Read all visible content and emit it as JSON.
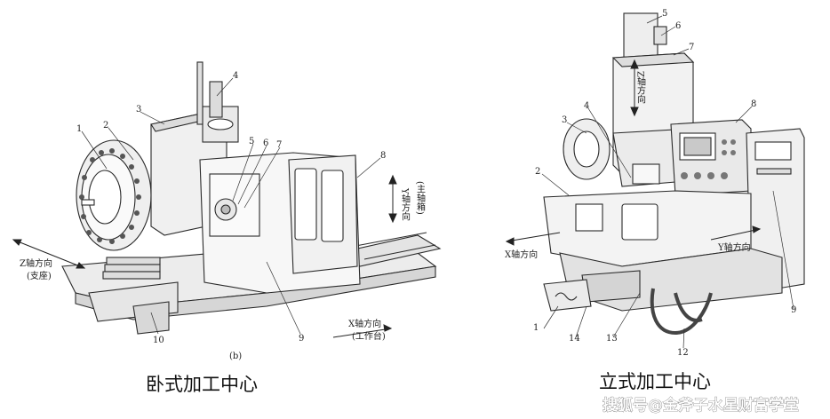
{
  "left_figure": {
    "caption": "卧式加工中心",
    "sub_label": "(b)",
    "numbers": [
      "1",
      "2",
      "3",
      "4",
      "5",
      "6",
      "7",
      "8",
      "9",
      "10"
    ],
    "axis_z": "Z轴方向",
    "axis_z_sub": "(支座)",
    "axis_x": "X轴方向",
    "axis_x_sub": "(工作台)",
    "axis_y": "Y轴方向",
    "axis_y_sub": "(主轴箱)"
  },
  "right_figure": {
    "caption": "立式加工中心",
    "numbers": [
      "1",
      "2",
      "3",
      "4",
      "5",
      "6",
      "7",
      "8",
      "9",
      "12",
      "13",
      "14"
    ],
    "axis_z": "Z轴方向",
    "axis_x": "X轴方向",
    "axis_y": "Y轴方向"
  },
  "watermark": "搜狐号@金斧子水星财富学堂"
}
